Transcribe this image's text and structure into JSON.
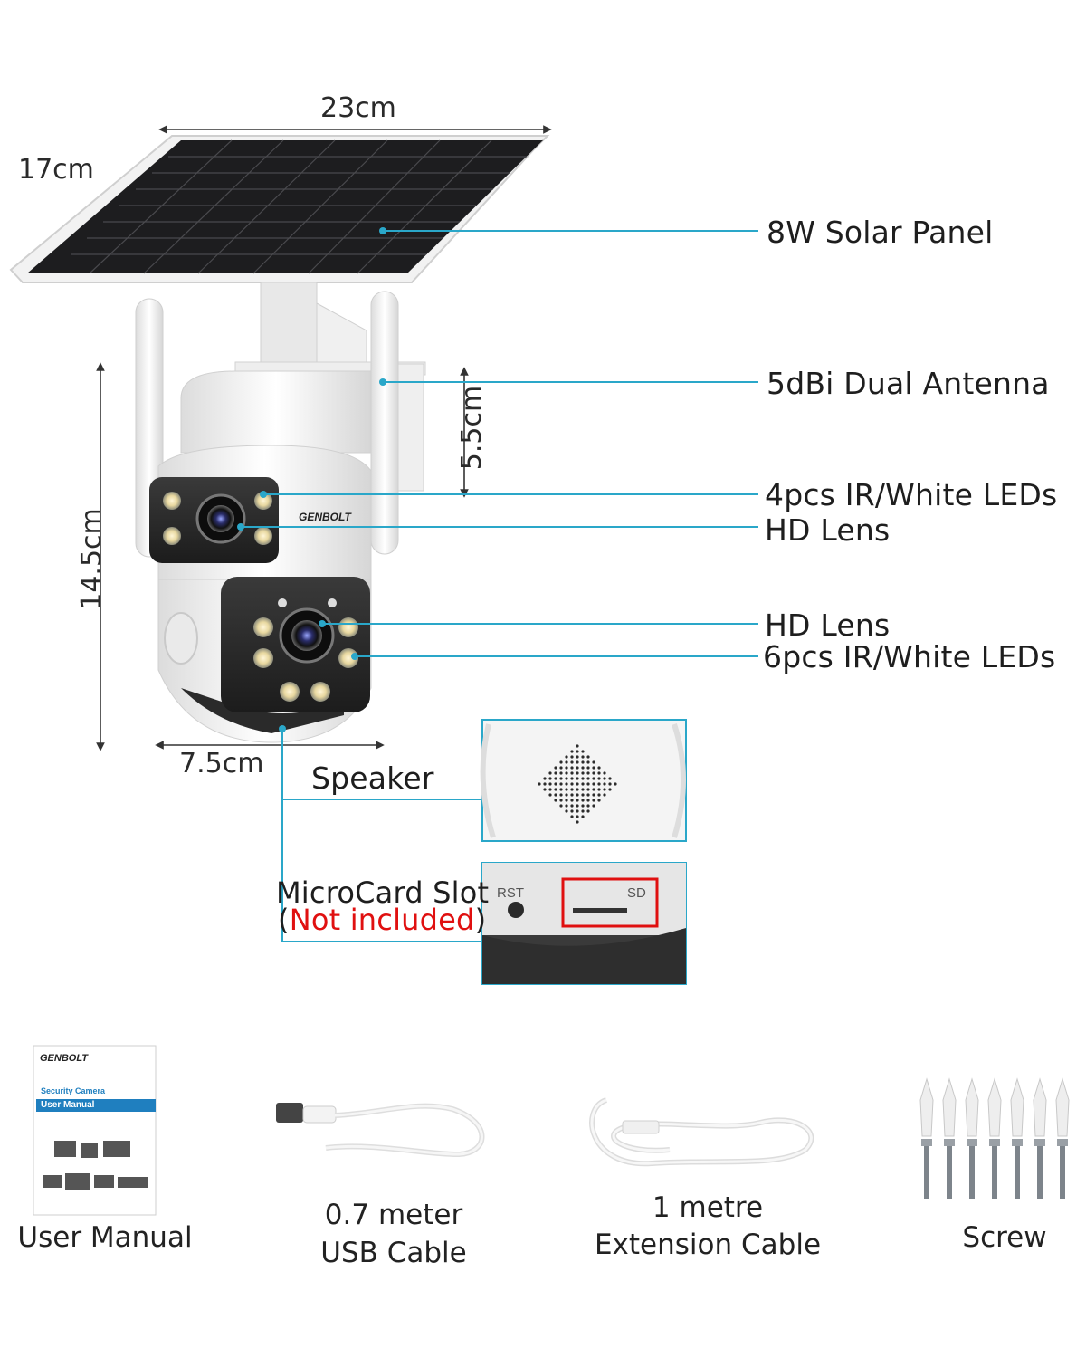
{
  "dimensions": {
    "panel_width": "23cm",
    "panel_height": "17cm",
    "camera_height": "14.5cm",
    "antenna_height": "5.5cm",
    "camera_width": "7.5cm"
  },
  "callouts": {
    "solar_panel": "8W Solar Panel",
    "antenna": "5dBi Dual Antenna",
    "upper_leds": "4pcs IR/White LEDs",
    "upper_lens": "HD Lens",
    "lower_lens": "HD Lens",
    "lower_leds": "6pcs IR/White LEDs",
    "speaker": "Speaker",
    "card_slot": "MicroCard Slot",
    "card_note_open": "(",
    "card_note": "Not included",
    "card_note_close": ")"
  },
  "brand": "GENBOLT",
  "slot_labels": {
    "reset": "RST",
    "sd": "SD"
  },
  "manual": {
    "brand": "GENBOLT",
    "subtitle": "Security Camera",
    "title": "User Manual"
  },
  "accessories": {
    "manual": "User Manual",
    "usb_line1": "0.7 meter",
    "usb_line2": "USB Cable",
    "ext_line1": "1 metre",
    "ext_line2": "Extension Cable",
    "screw": "Screw"
  },
  "colors": {
    "callout_line": "#2aa7c9",
    "red": "#e01010",
    "panel": "#1a1a1a"
  }
}
